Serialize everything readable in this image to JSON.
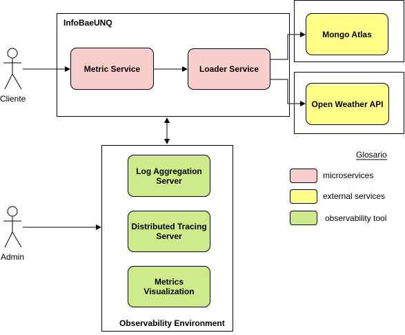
{
  "frames": {
    "infobae_title": "InfoBaeUNQ",
    "observability_title": "Observability Environment"
  },
  "actors": {
    "cliente": "Cliente",
    "admin": "Admin"
  },
  "services": {
    "metric": "Metric Service",
    "loader": "Loader Service"
  },
  "external": {
    "mongo": "Mongo Atlas",
    "weather": "Open Weather API"
  },
  "observability": {
    "log": "Log Aggregation Server",
    "tracing": "Distributed Tracing Server",
    "metrics": "Metrics Visualization"
  },
  "legend": {
    "title": "Glosario",
    "items": [
      {
        "label": "microservices",
        "color": "#f8cecc"
      },
      {
        "label": "external services",
        "color": "#ffff88"
      },
      {
        "label": "observability tool",
        "color": "#cdeb8b"
      }
    ]
  }
}
